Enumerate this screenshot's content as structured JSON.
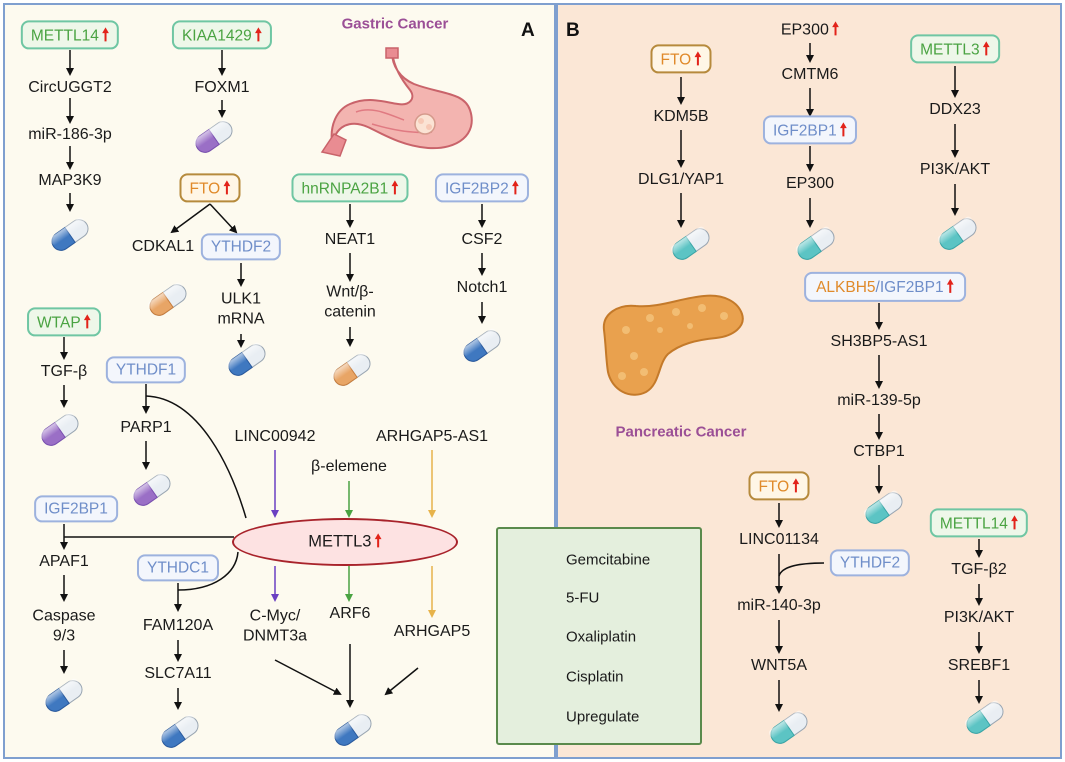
{
  "panelA": {
    "label": "A",
    "title": "Gastric Cancer",
    "boxes": {
      "mettl14": "METTL14",
      "kiaa1429": "KIAA1429",
      "fto": "FTO",
      "hnrnpa2b1": "hnRNPA2B1",
      "igf2bp2": "IGF2BP2",
      "ythdf2": "YTHDF2",
      "wtap": "WTAP",
      "ythdf1": "YTHDF1",
      "igf2bp1": "IGF2BP1",
      "ythdc1": "YTHDC1",
      "mettl3": "METTL3"
    },
    "nodes": {
      "circuggt2": "CircUGGT2",
      "mir186": "miR-186-3p",
      "map3k9": "MAP3K9",
      "foxm1": "FOXM1",
      "cdkal1": "CDKAL1",
      "ulk1_line1": "ULK1",
      "ulk1_line2": "mRNA",
      "neat1": "NEAT1",
      "wnt_line1": "Wnt/β-",
      "wnt_line2": "catenin",
      "csf2": "CSF2",
      "notch1": "Notch1",
      "tgfb": "TGF-β",
      "parp1": "PARP1",
      "linc00942": "LINC00942",
      "belemene": "β-elemene",
      "arhgap5as1": "ARHGAP5-AS1",
      "apaf1": "APAF1",
      "casp_line1": "Caspase",
      "casp_line2": "9/3",
      "fam120a": "FAM120A",
      "slc7a11": "SLC7A11",
      "cmyc_line1": "C-Myc/",
      "cmyc_line2": "DNMT3a",
      "arf6": "ARF6",
      "arhgap5": "ARHGAP5"
    }
  },
  "panelB": {
    "label": "B",
    "title": "Pancreatic Cancer",
    "boxes": {
      "fto1": "FTO",
      "ep300_top": "EP300",
      "mettl3": "METTL3",
      "igf2bp1": "IGF2BP1",
      "alkbh5": "ALKBH5",
      "slash": "/",
      "igf2bp1b": "IGF2BP1",
      "fto2": "FTO",
      "ythdf2": "YTHDF2",
      "mettl14": "METTL14"
    },
    "nodes": {
      "kdm5b": "KDM5B",
      "dlg1": "DLG1/YAP1",
      "cmtm6": "CMTM6",
      "ep300": "EP300",
      "ddx23": "DDX23",
      "pi3k1": "PI3K/AKT",
      "sh3bp5": "SH3BP5-AS1",
      "mir139": "miR-139-5p",
      "ctbp1": "CTBP1",
      "linc01134": "LINC01134",
      "mir140": "miR-140-3p",
      "wnt5a": "WNT5A",
      "tgfb2": "TGF-β2",
      "pi3k2": "PI3K/AKT",
      "srebf1": "SREBF1"
    }
  },
  "legend": {
    "items": [
      {
        "label": "Gemcitabine",
        "color": "#5cc4c4"
      },
      {
        "label": "5-FU",
        "color": "#e8a566"
      },
      {
        "label": "Oxaliplatin",
        "color": "#9a6fc6"
      },
      {
        "label": "Cisplatin",
        "color": "#3f78c0"
      },
      {
        "label": "Upregulate",
        "color": "#e2231a"
      }
    ]
  },
  "up_arrow": "🠕"
}
